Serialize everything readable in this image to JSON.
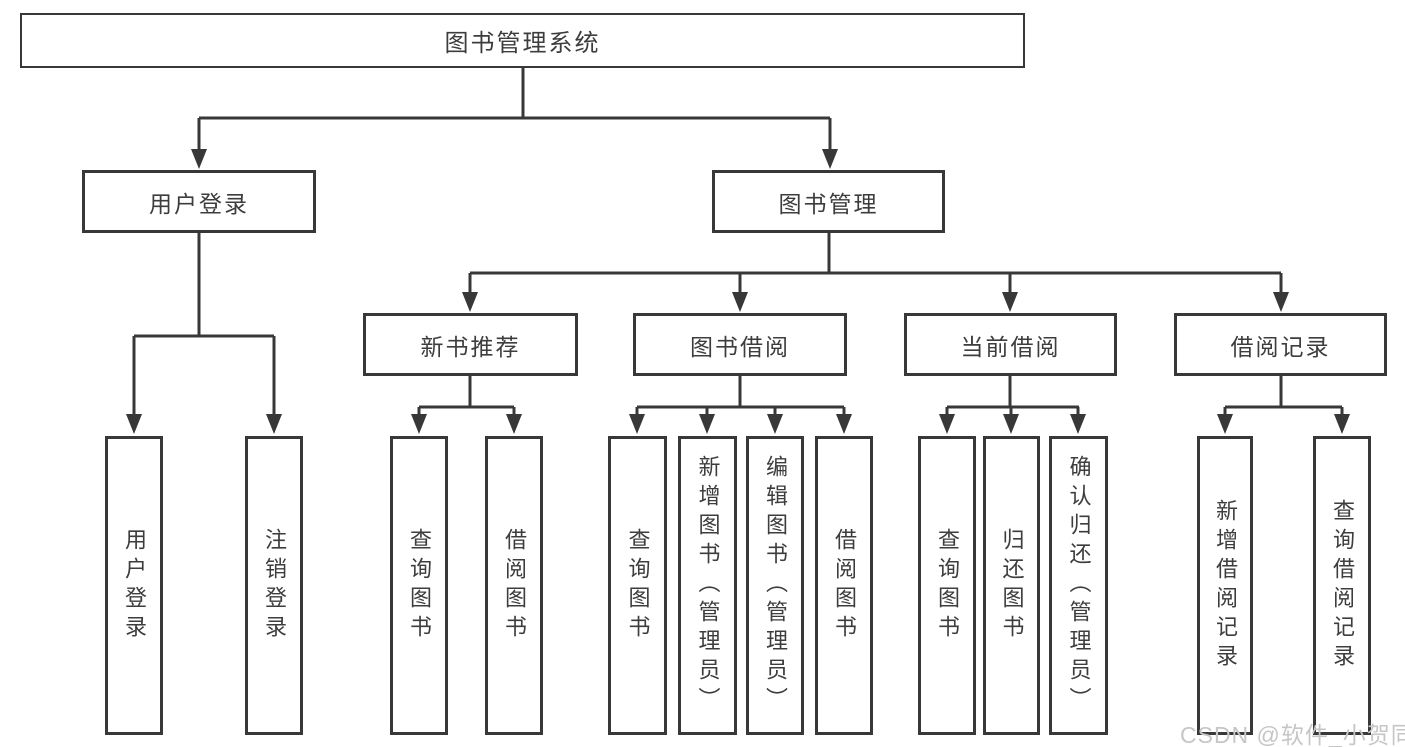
{
  "diagram": {
    "root": {
      "label": "图书管理系统"
    },
    "branches": [
      {
        "label": "用户登录",
        "children": [
          {
            "label": "用户登录"
          },
          {
            "label": "注销登录"
          }
        ]
      },
      {
        "label": "图书管理",
        "children": [
          {
            "label": "新书推荐",
            "children": [
              {
                "label": "查询图书"
              },
              {
                "label": "借阅图书"
              }
            ]
          },
          {
            "label": "图书借阅",
            "children": [
              {
                "label": "查询图书"
              },
              {
                "label": "新增图书（管理员）"
              },
              {
                "label": "编辑图书（管理员）"
              },
              {
                "label": "借阅图书"
              }
            ]
          },
          {
            "label": "当前借阅",
            "children": [
              {
                "label": "查询图书"
              },
              {
                "label": "归还图书"
              },
              {
                "label": "确认归还（管理员）"
              }
            ]
          },
          {
            "label": "借阅记录",
            "children": [
              {
                "label": "新增借阅记录"
              },
              {
                "label": "查询借阅记录"
              }
            ]
          }
        ]
      }
    ]
  },
  "watermark": {
    "text": "CSDN @软件_小贺同学"
  },
  "colors": {
    "line": "#383838",
    "text": "#3d3d3d",
    "watermark": "#c6c6c6",
    "background": "#ffffff"
  }
}
